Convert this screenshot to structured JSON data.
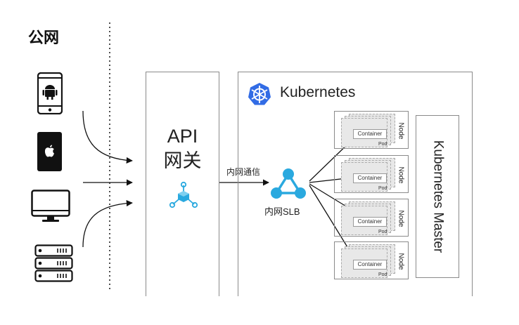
{
  "public_network_label": "公网",
  "clients": [
    {
      "name": "android-phone",
      "icon": "android-phone-icon"
    },
    {
      "name": "apple-device",
      "icon": "apple-device-icon"
    },
    {
      "name": "desktop-monitor",
      "icon": "monitor-icon"
    },
    {
      "name": "server-rack",
      "icon": "server-icon"
    }
  ],
  "api_gateway": {
    "title_line1": "API",
    "title_line2": "网关",
    "icon": "gateway-icon"
  },
  "internal_comm_label": "内网通信",
  "kubernetes": {
    "title": "Kubernetes",
    "icon": "kubernetes-helm-icon",
    "master_label": "Kubernetes Master"
  },
  "slb": {
    "label": "内网SLB",
    "icon": "slb-icon"
  },
  "nodes": [
    {
      "label": "Node",
      "container": "Container",
      "pod": "Pod"
    },
    {
      "label": "Node",
      "container": "Container",
      "pod": "Pod"
    },
    {
      "label": "Node",
      "container": "Container",
      "pod": "Pod"
    },
    {
      "label": "Node",
      "container": "Container",
      "pod": "Pod"
    }
  ],
  "colors": {
    "accent": "#2aa9df",
    "kubernetes_blue": "#326ce5",
    "border": "#8a8a8a",
    "pod_fill": "#e8e8e8"
  }
}
